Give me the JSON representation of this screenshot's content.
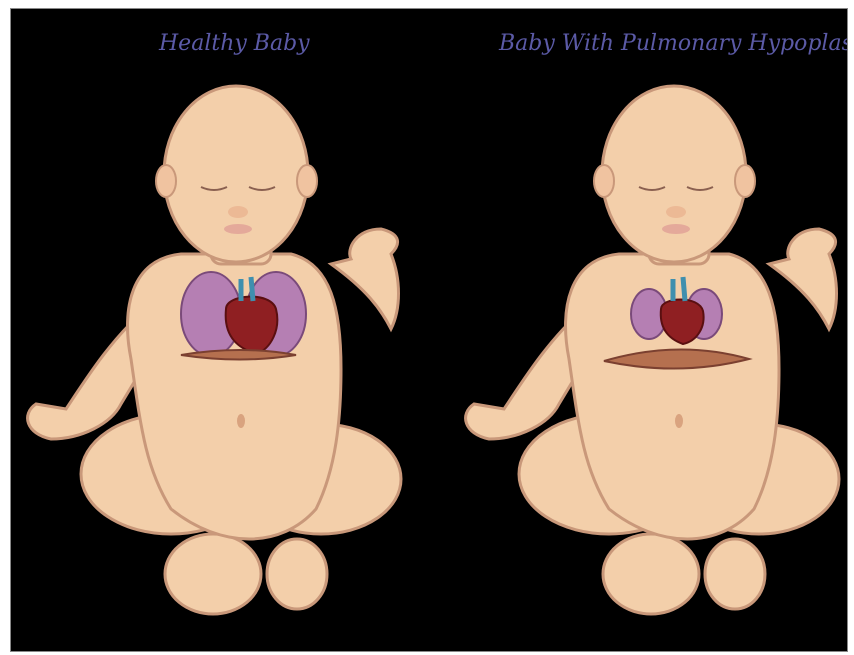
{
  "panels": [
    {
      "title": "Healthy Baby",
      "condition": "healthy"
    },
    {
      "title": "Baby With Pulmonary Hypoplasia",
      "condition": "pulmonary-hypoplasia"
    }
  ],
  "colors": {
    "background": "#000000",
    "title": "#5b5aa6",
    "skin": "#f3cfaa",
    "skin_outline": "#c9987a",
    "lung": "#b57fb3",
    "heart": "#8f1f22",
    "diaphragm": "#b5704f"
  }
}
